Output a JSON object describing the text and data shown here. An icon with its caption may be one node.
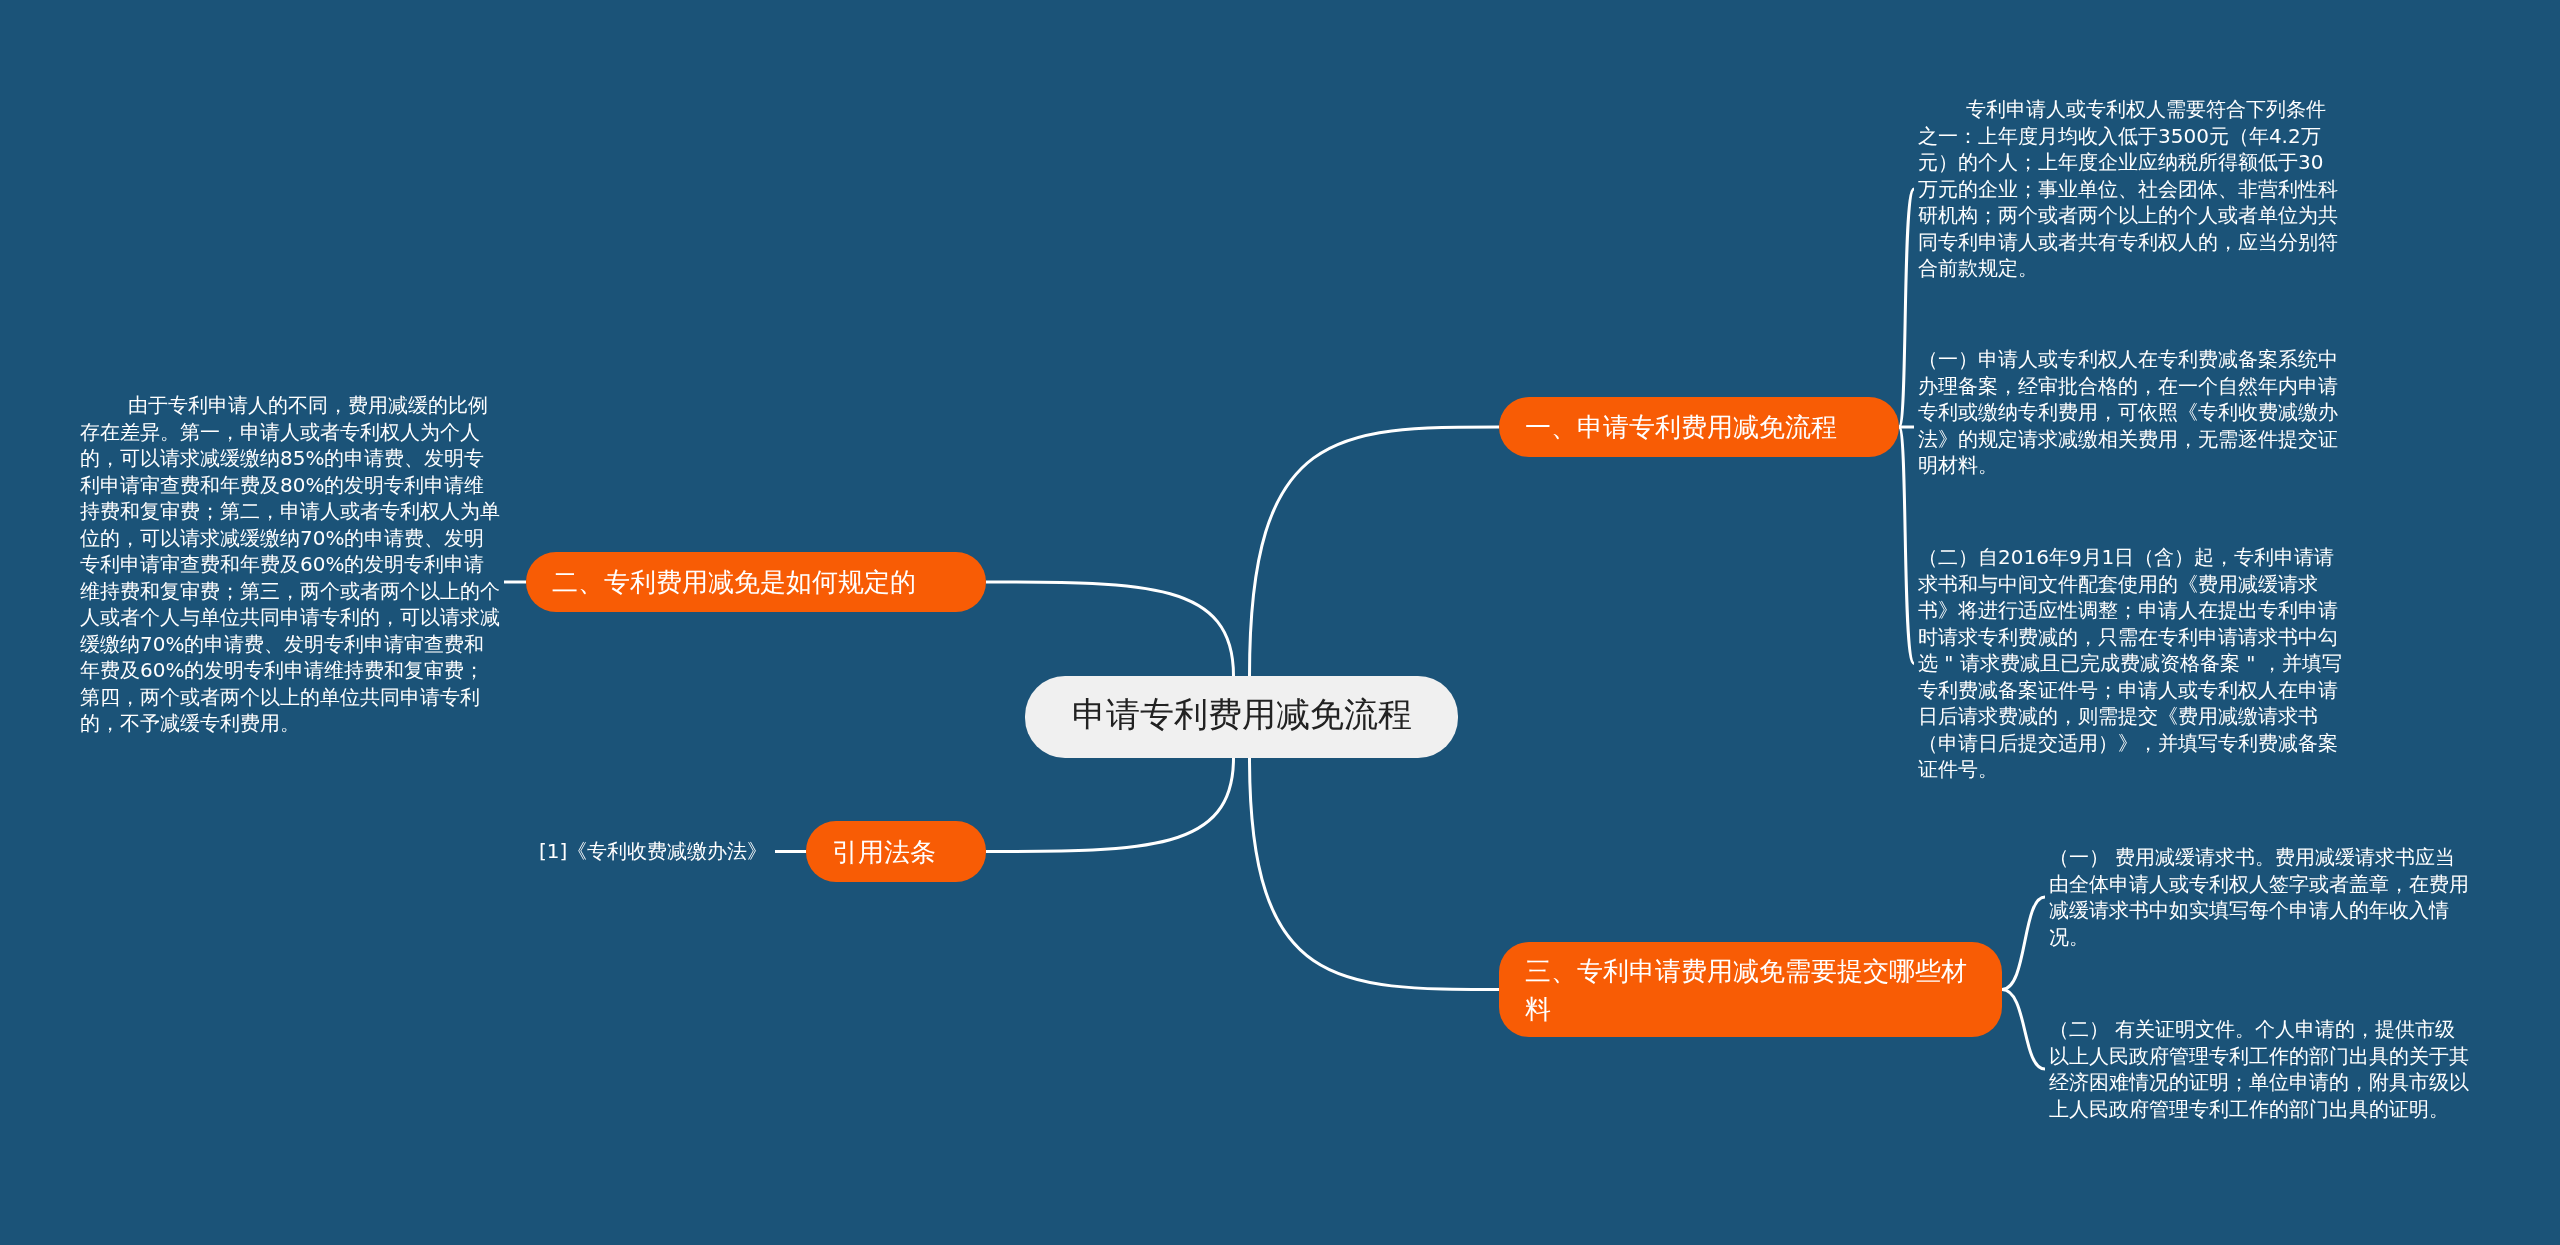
{
  "diagram": {
    "nodes": [
      {
        "text": [
          "申请专利费用减免流程"
        ]
      },
      {
        "text": [
          "一、申请专利费用减免流程"
        ]
      },
      {
        "text": [
          "专利申请人或专利权人需要符合下列条件之一：上年度月均收入低于3500元（年4.2万元）的个人；上年度企业应纳税所得额低于30万元的企业；事业单位、社会团体、非营利性科研机构；两个或者两个以上的个人或者单位为共同专利申请人或者共有专利权人的，应当分别符合前款规定。"
        ]
      },
      {
        "text": [
          "（一）申请人或专利权人在专利费减备案系统中办理备案，经审批合格的，在一个自然年内申请专利或缴纳专利费用，可依照《专利收费减缴办法》的规定请求减缴相关费用，无需逐件提交证明材料。"
        ]
      },
      {
        "text": [
          "（二）自2016年9月1日（含）起，专利申请请求书和与中间文件配套使用的《费用减缓请求书》将进行适应性调整；申请人在提出专利申请时请求专利费减的，只需在专利申请请求书中勾选 \" 请求费减且已完成费减资格备案 \" ，并填写专利费减备案证件号；申请人或专利权人在申请日后请求费减的，则需提交《费用减缴请求书（申请日后提交适用）》，并填写专利费减备案证件号。"
        ]
      },
      {
        "text": [
          "二、专利费用减免是如何规定的"
        ]
      },
      {
        "text": [
          "由于专利申请人的不同，费用减缓的比例存在差异。第一，申请人或者专利权人为个人的，可以请求减缓缴纳85%的申请费、发明专利申请审查费和年费及80%的发明专利申请维持费和复审费；第二，申请人或者专利权人为单位的，可以请求减缓缴纳70%的申请费、发明专利申请审查费和年费及60%的发明专利申请维持费和复审费；第三，两个或者两个以上的个人或者个人与单位共同申请专利的，可以请求减缓缴纳70%的申请费、发明专利申请审查费和年费及60%的发明专利申请维持费和复审费；第四，两个或者两个以上的单位共同申请专利的，不予减缓专利费用。"
        ]
      },
      {
        "text": [
          "引用法条"
        ]
      },
      {
        "text": [
          "[1]《专利收费减缴办法》"
        ]
      },
      {
        "text": [
          "三、专利申请费用减免需要提交哪些材料"
        ]
      },
      {
        "text": [
          "（一） 费用减缓请求书。费用减缓请求书应当由全体申请人或专利权人签字或者盖章，在费用减缓请求书中如实填写每个申请人的年收入情况。"
        ]
      },
      {
        "text": [
          "（二） 有关证明文件。个人申请的，提供市级以上人民政府管理专利工作的部门出具的关于其经济困难情况的证明；单位申请的，附具市级以上人民政府管理专利工作的部门出具的证明。"
        ]
      }
    ],
    "edges": [
      {
        "from": 0,
        "to": 1,
        "arrow": "none"
      },
      {
        "from": 1,
        "to": 2,
        "arrow": "none"
      },
      {
        "from": 1,
        "to": 3,
        "arrow": "none"
      },
      {
        "from": 1,
        "to": 4,
        "arrow": "none"
      },
      {
        "from": 0,
        "to": 5,
        "arrow": "none"
      },
      {
        "from": 5,
        "to": 6,
        "arrow": "none"
      },
      {
        "from": 0,
        "to": 7,
        "arrow": "none"
      },
      {
        "from": 7,
        "to": 8,
        "arrow": "none"
      },
      {
        "from": 0,
        "to": 9,
        "arrow": "none"
      },
      {
        "from": 9,
        "to": 10,
        "arrow": "none"
      },
      {
        "from": 9,
        "to": 11,
        "arrow": "none"
      }
    ]
  }
}
